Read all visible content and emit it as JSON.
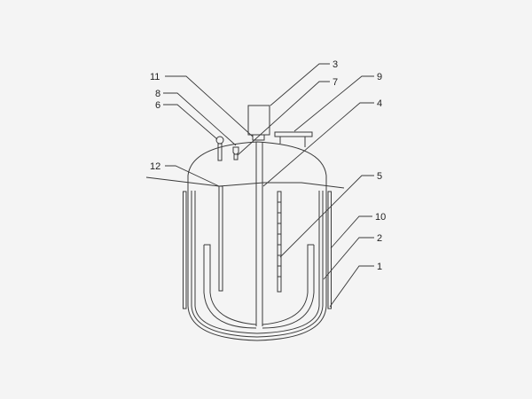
{
  "diagram": {
    "type": "patent reactor vessel drawing",
    "labels": {
      "l1": "1",
      "l2": "2",
      "l3": "3",
      "l4": "4",
      "l5": "5",
      "l6": "6",
      "l7": "7",
      "l8": "8",
      "l9": "9",
      "l10": "10",
      "l11": "11",
      "l12": "12"
    },
    "colors": {
      "background": "#f4f4f4",
      "line": "#3a3a3a"
    }
  }
}
